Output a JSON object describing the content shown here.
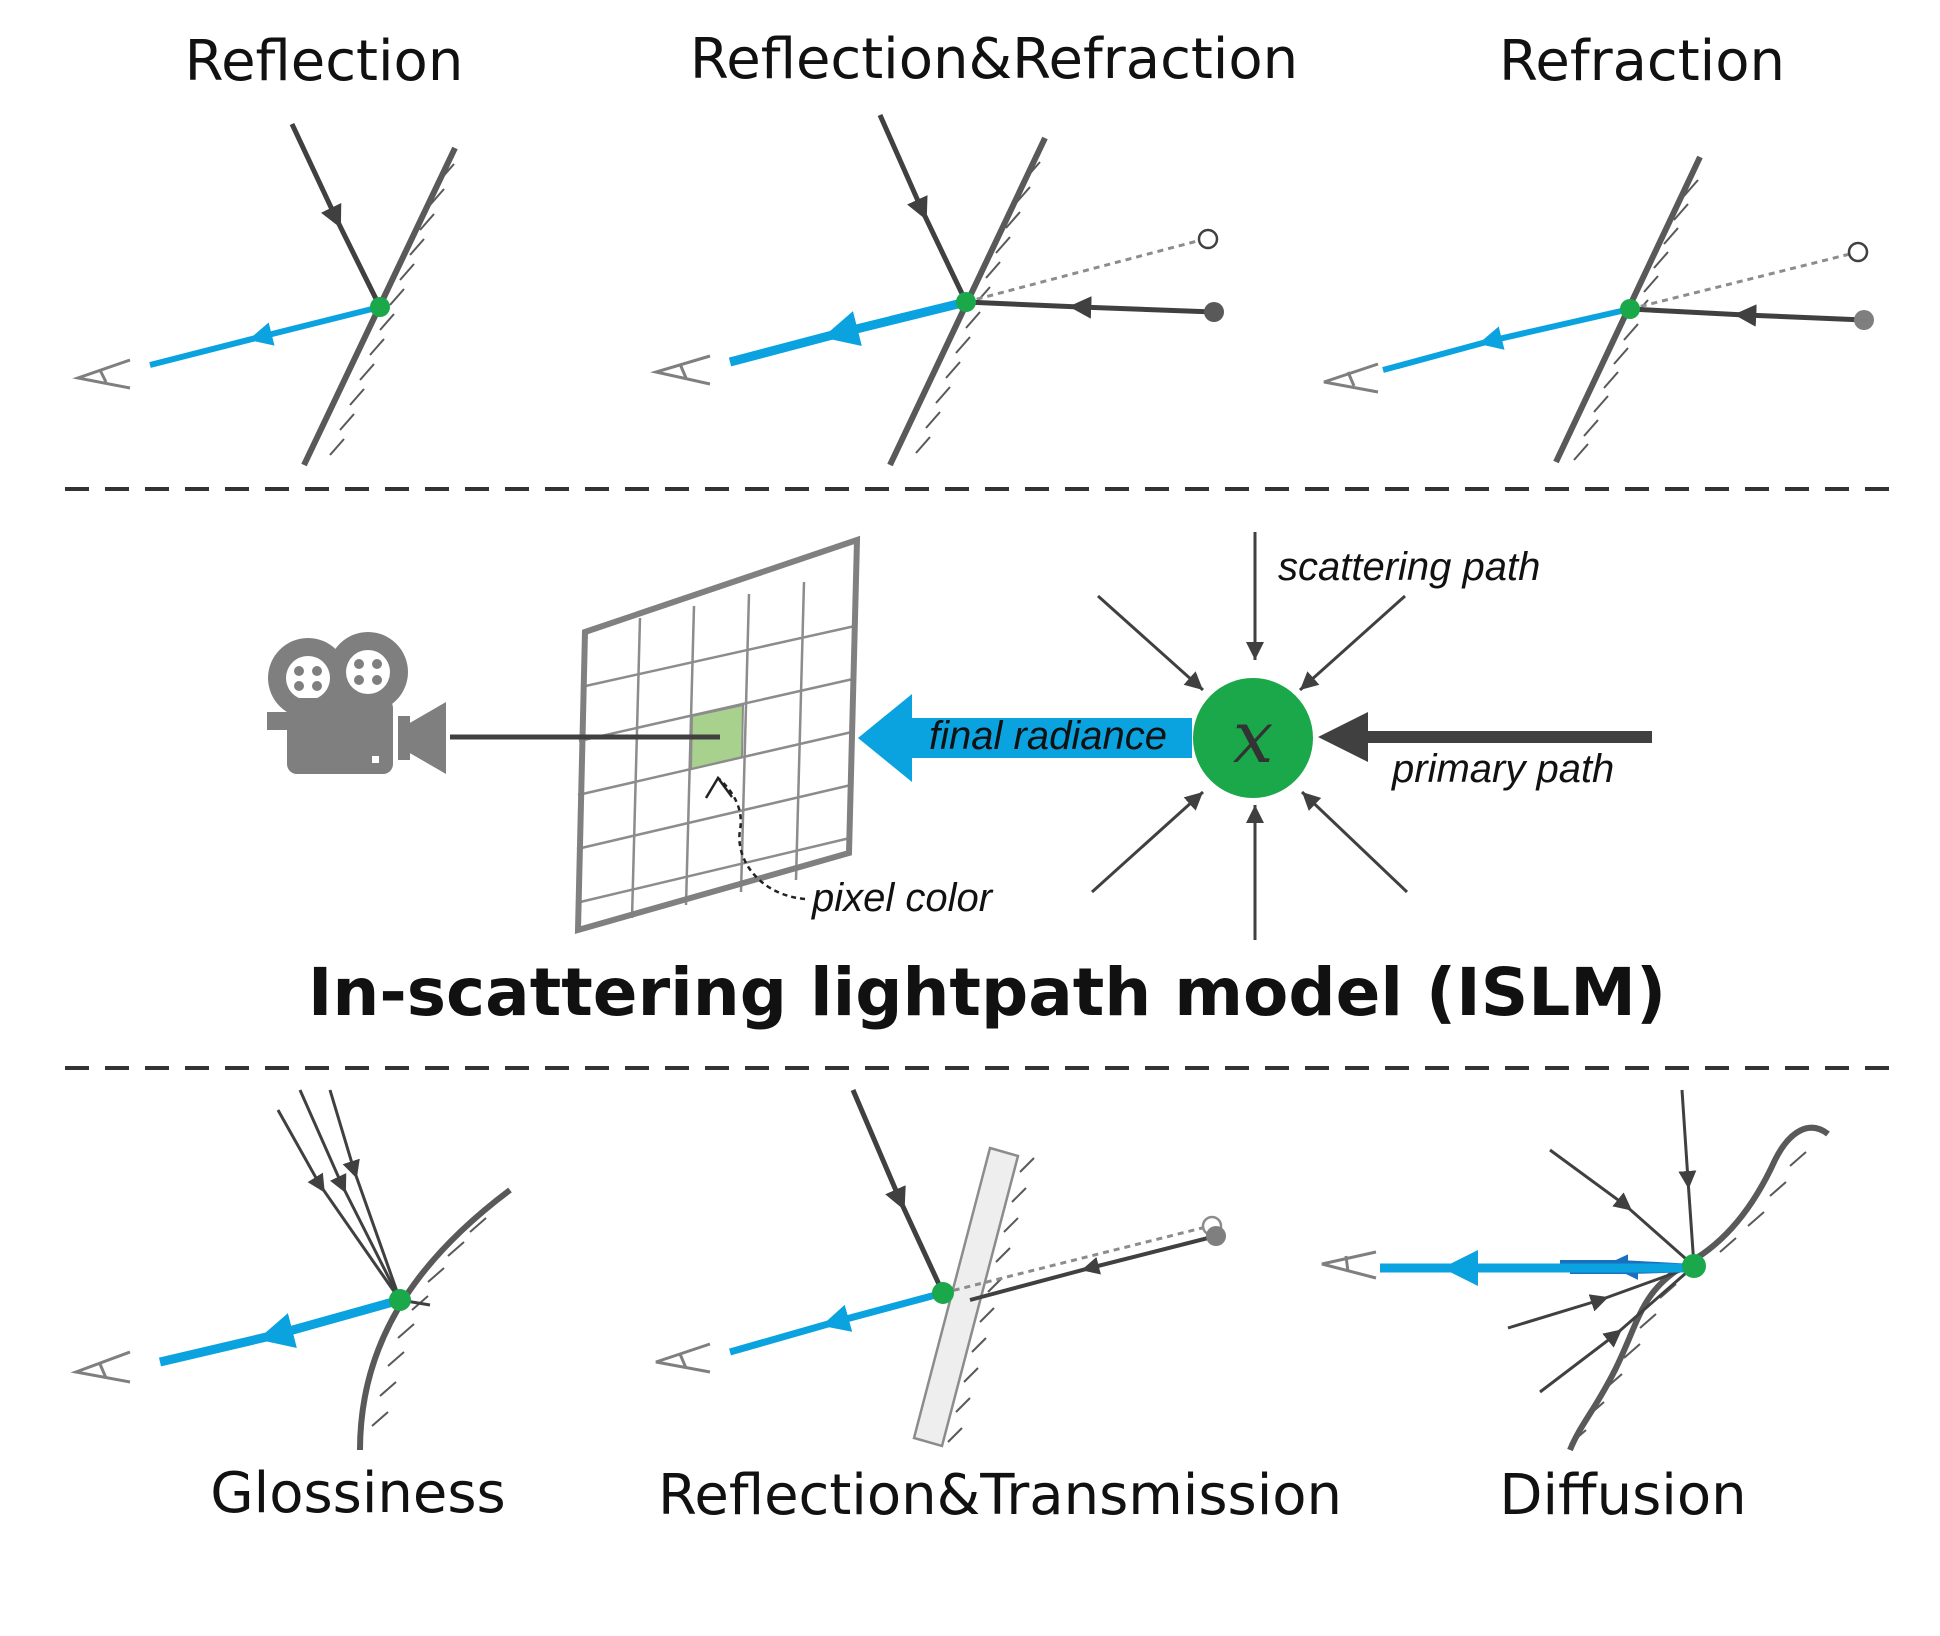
{
  "top_row": {
    "left_title": "Reflection",
    "center_title": "Reflection&Refraction",
    "right_title": "Refraction"
  },
  "middle": {
    "scattering_label": "scattering path",
    "final_label": "final radiance",
    "primary_label": "primary path",
    "pixel_label": "pixel color",
    "point_symbol": "x",
    "title": "In-scattering lightpath model (ISLM)"
  },
  "bottom_row": {
    "left_title": "Glossiness",
    "center_title": "Reflection&Transmission",
    "right_title": "Diffusion"
  },
  "colors": {
    "accent_blue": "#0aa3e0",
    "dark_blue": "#1a6fbf",
    "point_green": "#1aa84a",
    "pixel_green": "#a9d18e",
    "ray_gray": "#404040",
    "surface_gray": "#595959",
    "icon_gray": "#7f7f7f"
  }
}
